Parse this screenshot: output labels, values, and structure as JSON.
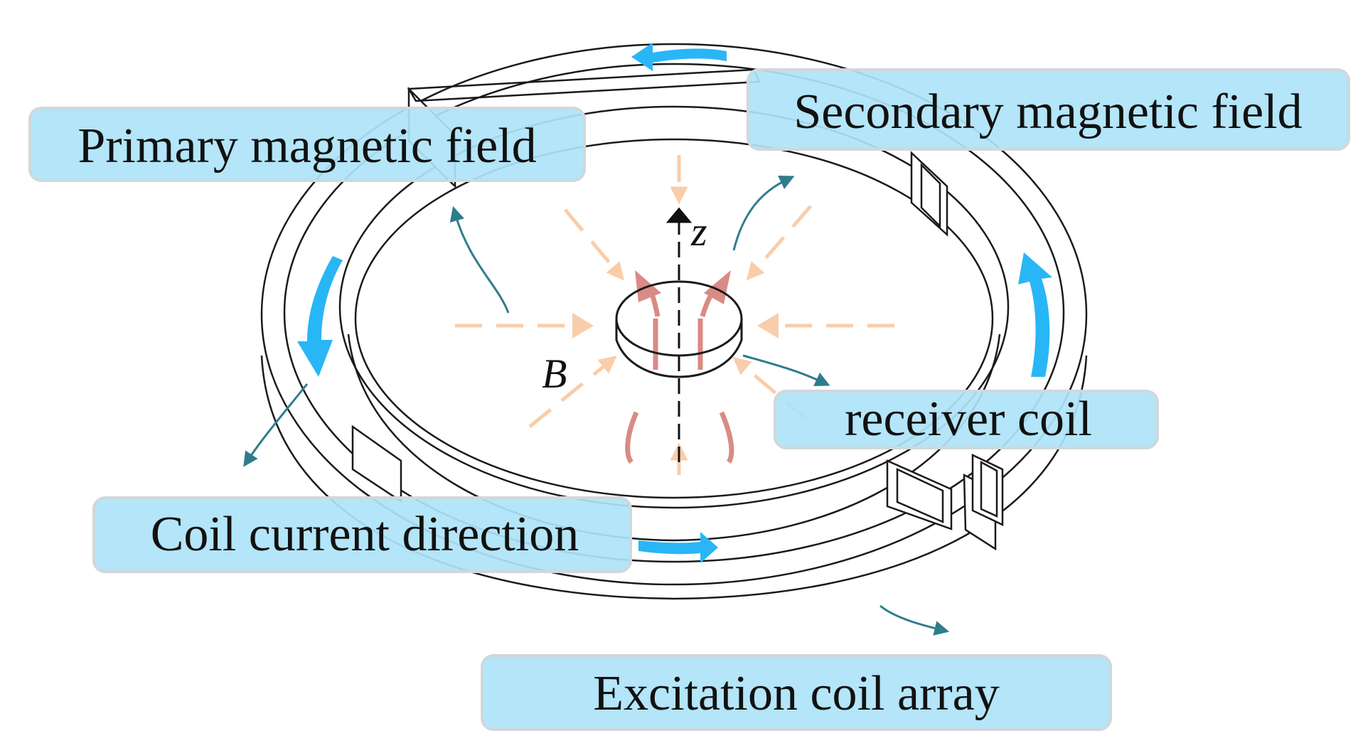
{
  "labels": {
    "primary_field": "Primary magnetic field",
    "secondary_field": "Secondary magnetic field",
    "receiver_coil": "receiver coil",
    "coil_current": "Coil current direction",
    "excitation_array": "Excitation coil array"
  },
  "axis": {
    "z": "z",
    "b": "B"
  },
  "colors": {
    "label_fill": "#aee3f7",
    "label_border": "#cfd8dc",
    "current_arrow": "#29b6f6",
    "pointer_arrow": "#2e7d8c",
    "field_lines": "#f9cda9",
    "field_arrows_red": "#d98b85"
  }
}
